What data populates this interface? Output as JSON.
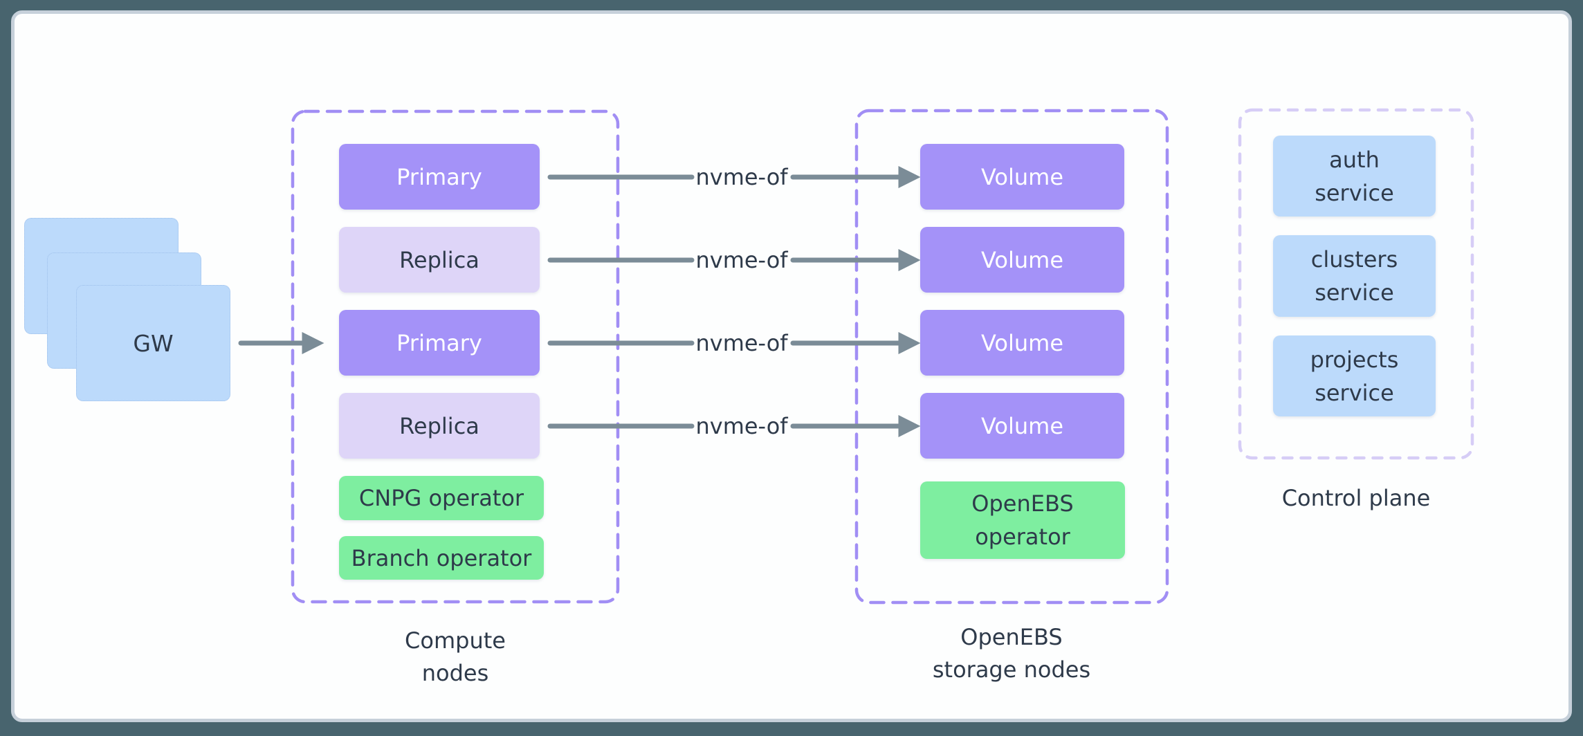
{
  "diagram": {
    "gateway": {
      "label": "GW"
    },
    "connector_label": "nvme-of",
    "compute": {
      "rows": [
        "Primary",
        "Replica",
        "Primary",
        "Replica"
      ],
      "operators": [
        "CNPG operator",
        "Branch operator"
      ],
      "caption_line1": "Compute",
      "caption_line2": "nodes"
    },
    "storage": {
      "volumes": [
        "Volume",
        "Volume",
        "Volume",
        "Volume"
      ],
      "operator": {
        "line1": "OpenEBS",
        "line2": "operator"
      },
      "caption_line1": "OpenEBS",
      "caption_line2": "storage nodes"
    },
    "control": {
      "services": [
        {
          "line1": "auth",
          "line2": "service"
        },
        {
          "line1": "clusters",
          "line2": "service"
        },
        {
          "line1": "projects",
          "line2": "service"
        }
      ],
      "caption": "Control plane"
    },
    "colors": {
      "frame": "#48646e",
      "canvas_border": "#c6d0da",
      "purple": "#a492f8",
      "lavender": "#ded5f8",
      "green": "#7eeea0",
      "blue": "#bcdafb",
      "arrow": "#7b8c97",
      "dash_purple": "#a18ef4",
      "dash_light": "#d6cdf6",
      "text": "#2e3a4a"
    }
  }
}
